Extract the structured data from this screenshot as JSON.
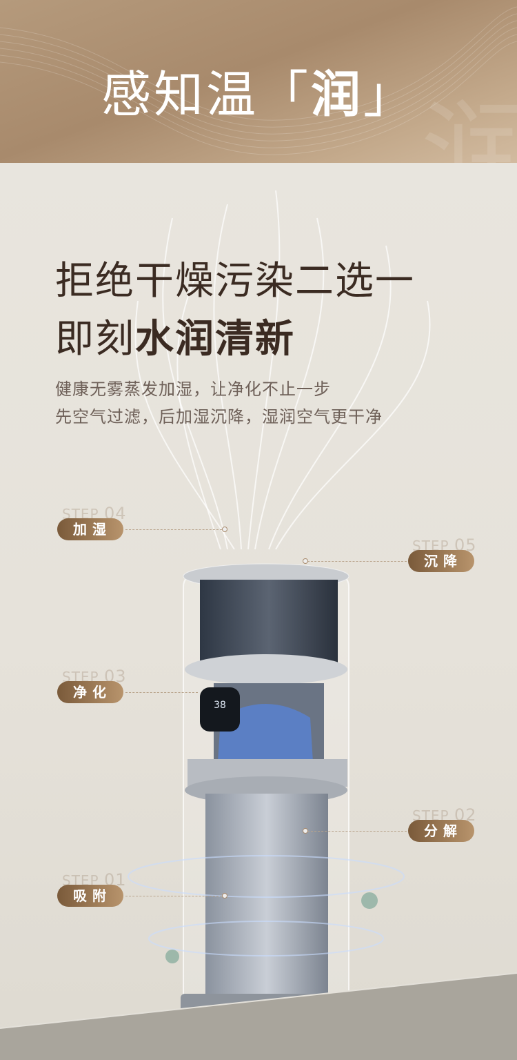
{
  "header": {
    "title_pre": "感知温「",
    "title_bold": "润",
    "title_post": "」",
    "watermark": "润"
  },
  "headline": {
    "line1": "拒绝干燥污染二选一",
    "line2_normal": "即刻",
    "line2_bold": "水润清新"
  },
  "subtitle": {
    "line1": "健康无雾蒸发加湿，让净化不止一步",
    "line2": "先空气过滤，后加湿沉降，湿润空气更干净"
  },
  "steps": [
    {
      "step": "STEP",
      "num": "04",
      "label": "加湿"
    },
    {
      "step": "STEP",
      "num": "05",
      "label": "沉降"
    },
    {
      "step": "STEP",
      "num": "03",
      "label": "净化"
    },
    {
      "step": "STEP",
      "num": "02",
      "label": "分解"
    },
    {
      "step": "STEP",
      "num": "01",
      "label": "吸附"
    }
  ],
  "display": {
    "reading": "38"
  },
  "colors": {
    "accent": "#8a6a48",
    "header": "#b59a7c",
    "text": "#3b2b22"
  }
}
